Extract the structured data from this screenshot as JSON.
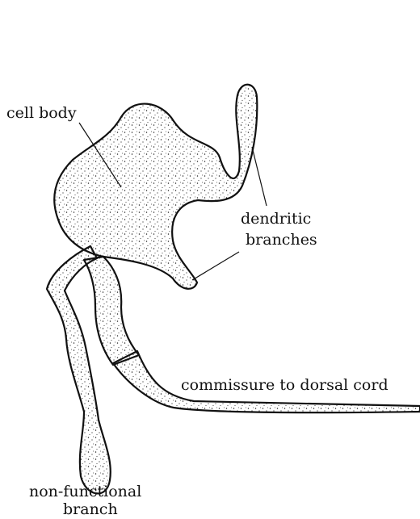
{
  "labels": {
    "cell_body": "cell body",
    "dendritic_1": "dendritic",
    "dendritic_2": "branches",
    "commissure": "commissure to dorsal cord",
    "nonfunctional_1": "non-functional",
    "nonfunctional_2": "branch"
  },
  "colors": {
    "ink": "#111111",
    "paper": "#ffffff"
  }
}
